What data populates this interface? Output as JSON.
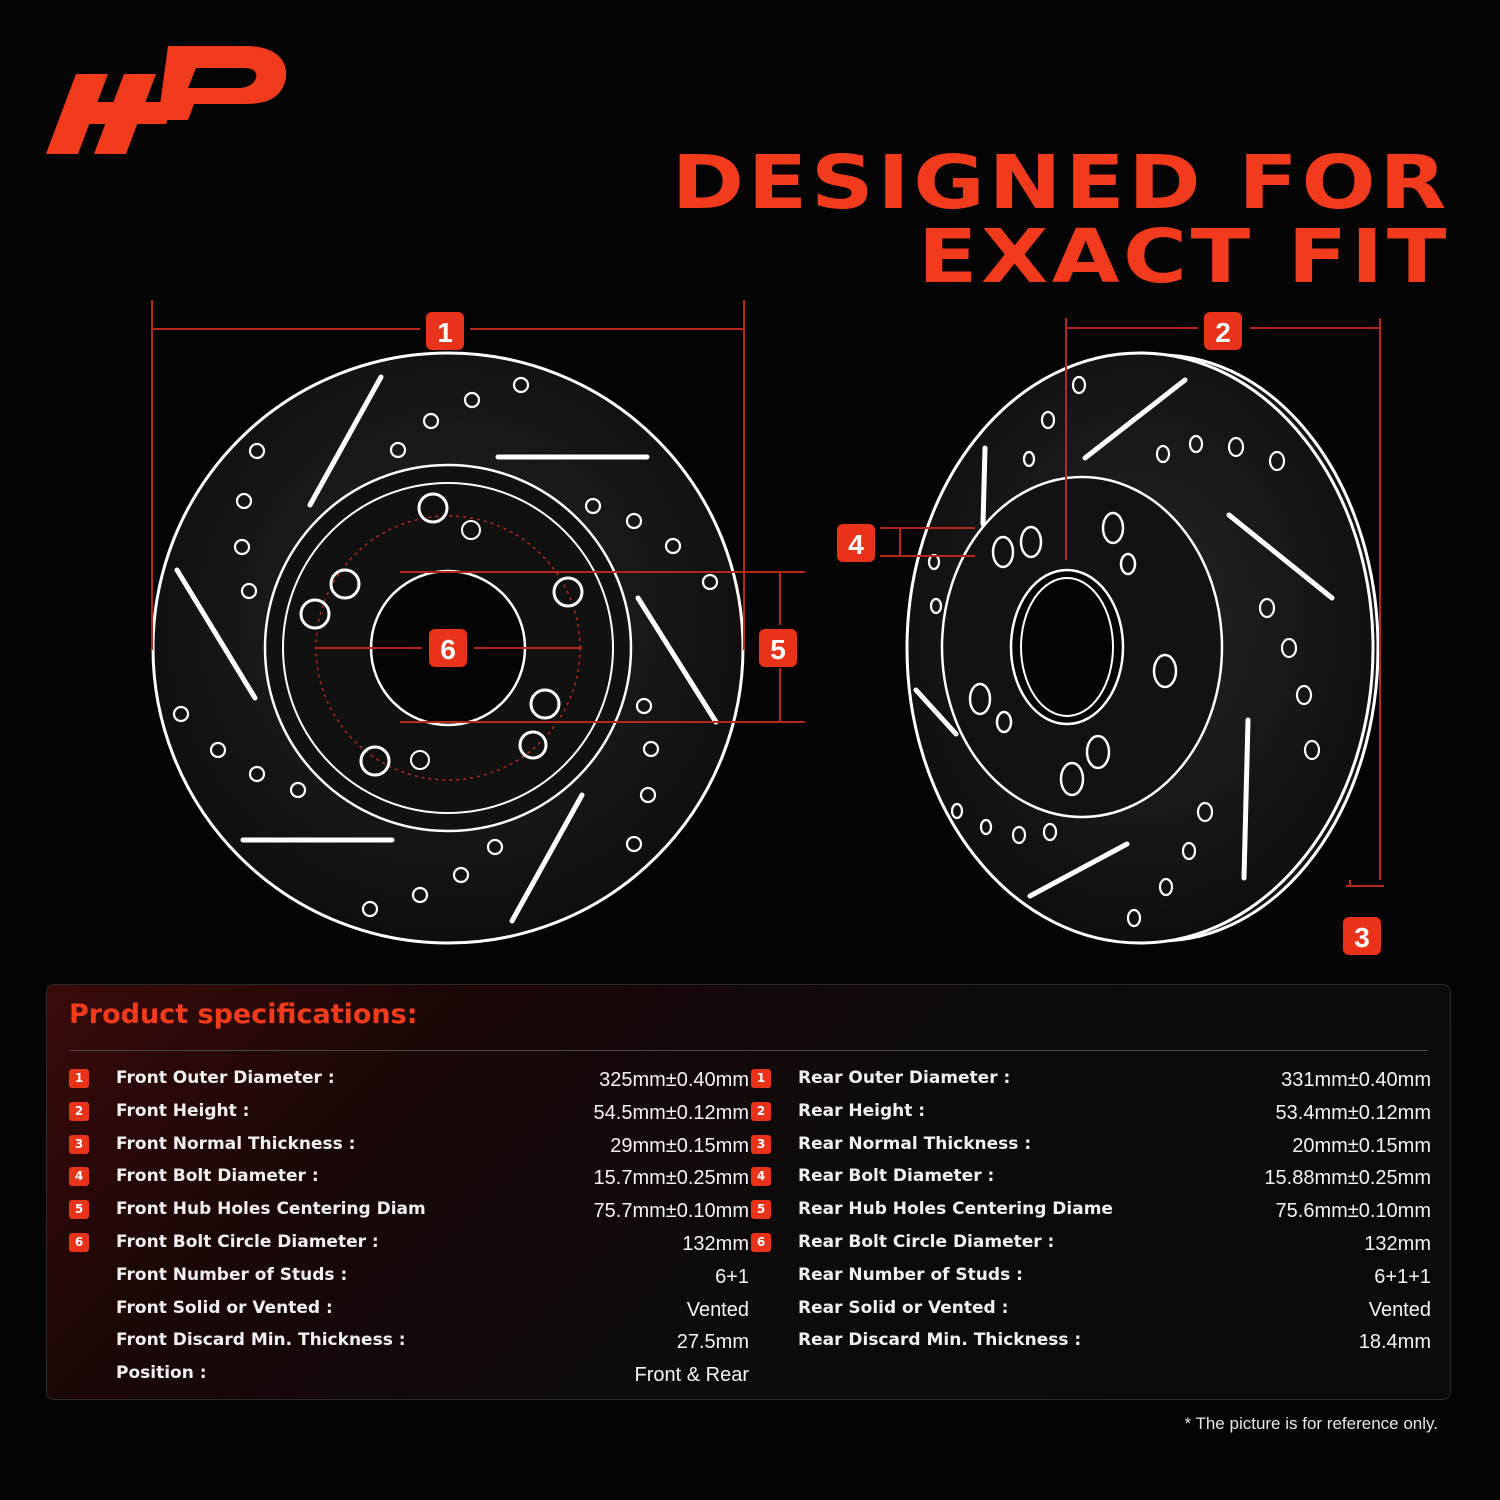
{
  "brand": {
    "logo_icon": "ap-logo-icon",
    "accent": "#f23a1c"
  },
  "headline": {
    "line1": "DESIGNED FOR",
    "line2": "EXACT FIT"
  },
  "diagram": {
    "markers": [
      "1",
      "2",
      "3",
      "4",
      "5",
      "6"
    ]
  },
  "specs": {
    "title": "Product specifications:",
    "front": [
      {
        "num": "1",
        "label": "Front Outer Diameter :",
        "value": "325mm±0.40mm"
      },
      {
        "num": "2",
        "label": "Front Height :",
        "value": "54.5mm±0.12mm"
      },
      {
        "num": "3",
        "label": "Front Normal Thickness :",
        "value": "29mm±0.15mm"
      },
      {
        "num": "4",
        "label": "Front Bolt Diameter :",
        "value": "15.7mm±0.25mm"
      },
      {
        "num": "5",
        "label": "Front Hub Holes Centering Diam",
        "value": "75.7mm±0.10mm"
      },
      {
        "num": "6",
        "label": "Front Bolt Circle Diameter :",
        "value": "132mm"
      },
      {
        "num": "",
        "label": "Front Number of Studs :",
        "value": "6+1"
      },
      {
        "num": "",
        "label": "Front Solid or Vented :",
        "value": "Vented"
      },
      {
        "num": "",
        "label": "Front Discard Min. Thickness :",
        "value": "27.5mm"
      },
      {
        "num": "",
        "label": "Position :",
        "value": "Front & Rear"
      }
    ],
    "rear": [
      {
        "num": "1",
        "label": "Rear Outer Diameter :",
        "value": "331mm±0.40mm"
      },
      {
        "num": "2",
        "label": "Rear Height :",
        "value": "53.4mm±0.12mm"
      },
      {
        "num": "3",
        "label": "Rear Normal Thickness :",
        "value": "20mm±0.15mm"
      },
      {
        "num": "4",
        "label": "Rear Bolt Diameter :",
        "value": "15.88mm±0.25mm"
      },
      {
        "num": "5",
        "label": "Rear Hub Holes Centering Diame",
        "value": "75.6mm±0.10mm"
      },
      {
        "num": "6",
        "label": "Rear Bolt Circle Diameter :",
        "value": "132mm"
      },
      {
        "num": "",
        "label": "Rear Number of Studs :",
        "value": "6+1+1"
      },
      {
        "num": "",
        "label": "Rear Solid or Vented :",
        "value": "Vented"
      },
      {
        "num": "",
        "label": "Rear Discard Min. Thickness :",
        "value": "18.4mm"
      }
    ]
  },
  "footnote": "* The picture is for reference only."
}
